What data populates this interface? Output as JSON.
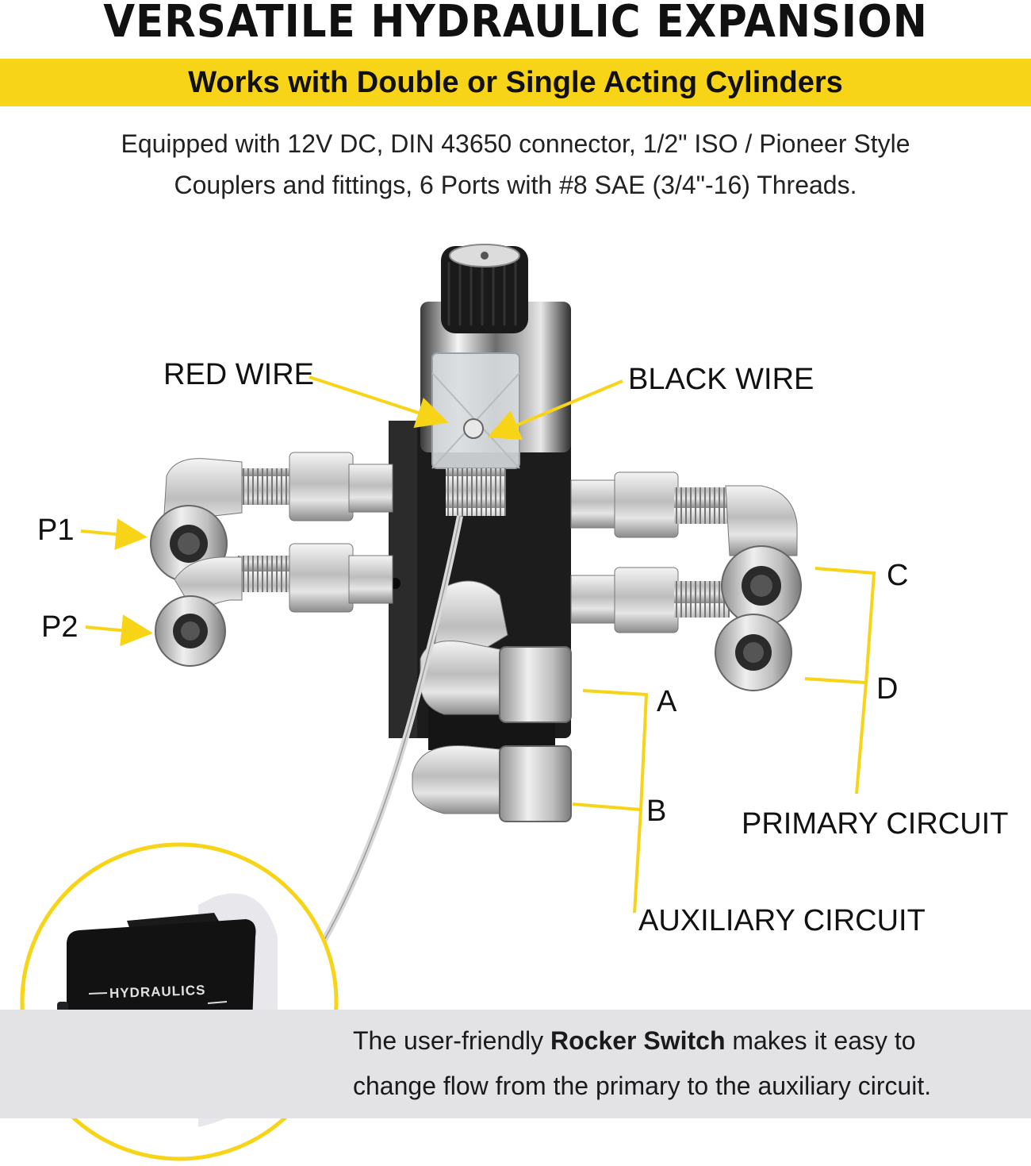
{
  "header": {
    "title": "VERSATILE HYDRAULIC EXPANSION",
    "subtitle": "Works with Double or Single Acting Cylinders"
  },
  "description": {
    "line1": "Equipped with 12V DC, DIN 43650 connector, 1/2\" ISO / Pioneer Style",
    "line2": "Couplers and fittings, 6 Ports with #8 SAE (3/4\"-16) Threads."
  },
  "labels": {
    "red_wire": "RED WIRE",
    "black_wire": "BLACK WIRE",
    "p1": "P1",
    "p2": "P2",
    "c": "C",
    "d": "D",
    "a": "A",
    "b": "B",
    "primary_circuit": "PRIMARY CIRCUIT",
    "auxiliary_circuit": "AUXILIARY CIRCUIT"
  },
  "switch": {
    "brand": "HYDRAULICS"
  },
  "footer": {
    "part1": "The user-friendly ",
    "bold": "Rocker Switch",
    "part2": " makes it easy to",
    "line2": "change flow from the primary to the auxiliary circuit."
  },
  "colors": {
    "accent_yellow": "#f7d417",
    "band_gray": "#e3e3e5"
  }
}
